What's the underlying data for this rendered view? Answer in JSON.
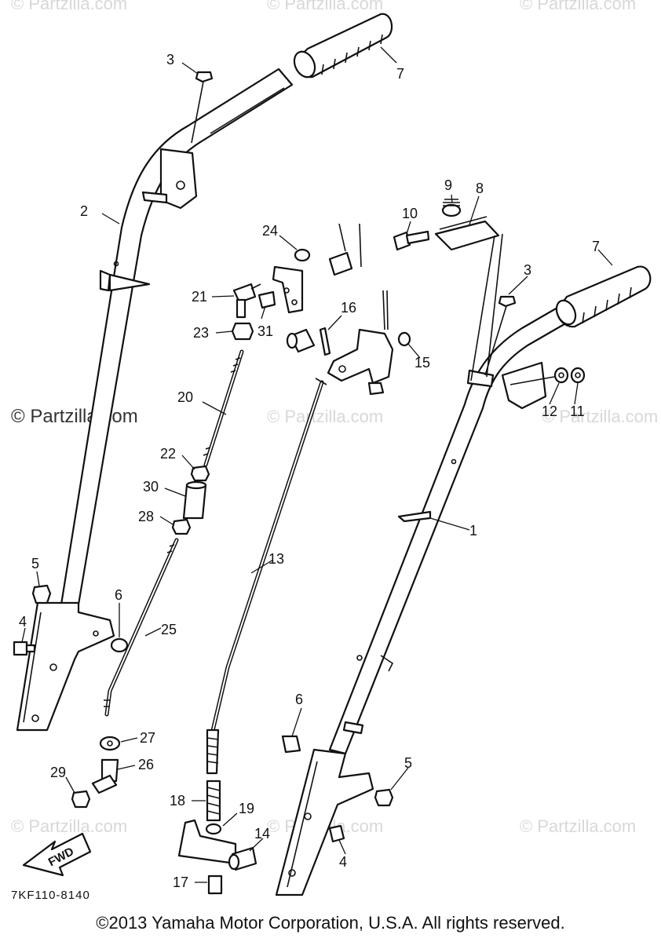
{
  "watermarks": {
    "top": [
      "© Partzilla.com",
      "© Partzilla.com",
      "© Partzilla.com"
    ],
    "middle_left": "© Partzilla.com",
    "middle": [
      "© Partzilla.com",
      "© Partzilla.com"
    ],
    "bottom": [
      "© Partzilla.com",
      "© Partzilla.com",
      "© Partzilla.com"
    ]
  },
  "callouts": {
    "c1": "1",
    "c2": "2",
    "c3a": "3",
    "c3b": "3",
    "c4a": "4",
    "c4b": "4",
    "c5a": "5",
    "c5b": "5",
    "c6a": "6",
    "c6b": "6",
    "c7a": "7",
    "c7b": "7",
    "c8": "8",
    "c9": "9",
    "c10": "10",
    "c11": "11",
    "c12": "12",
    "c13": "13",
    "c14": "14",
    "c15": "15",
    "c16": "16",
    "c17": "17",
    "c18": "18",
    "c19": "19",
    "c20": "20",
    "c21": "21",
    "c22": "22",
    "c23": "23",
    "c24": "24",
    "c25": "25",
    "c26": "26",
    "c27": "27",
    "c28": "28",
    "c29": "29",
    "c30": "30",
    "c31": "31"
  },
  "fwd_label": "FWD",
  "diagram_code": "7KF110-8140",
  "copyright": "©2013  Yamaha Motor Corporation, U.S.A. All rights reserved.",
  "colors": {
    "line": "#111111",
    "watermark": "#d8d8d8",
    "background": "#ffffff"
  }
}
